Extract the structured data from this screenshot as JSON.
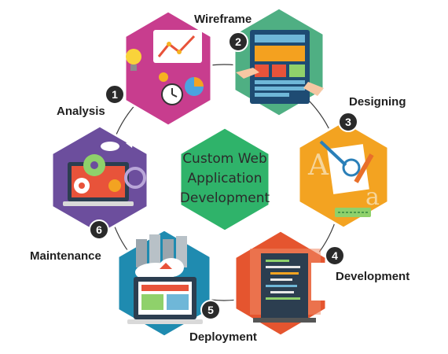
{
  "center": {
    "lines": [
      "Custom Web",
      "Application",
      "Development"
    ],
    "color": "#2fb36a"
  },
  "steps": [
    {
      "number": "1",
      "label": "Analysis",
      "color": "#c83d8e"
    },
    {
      "number": "2",
      "label": "Wireframe",
      "color": "#4faf83"
    },
    {
      "number": "3",
      "label": "Designing",
      "color": "#f3a321"
    },
    {
      "number": "4",
      "label": "Development",
      "color": "#e5552f"
    },
    {
      "number": "5",
      "label": "Deployment",
      "color": "#1f8bb0"
    },
    {
      "number": "6",
      "label": "Maintenance",
      "color": "#6c4e9d"
    }
  ],
  "icons": {
    "analysis": "analytics-board-icon",
    "wireframe": "wireframe-screen-icon",
    "designing": "design-tools-icon",
    "development": "code-laptop-icon",
    "deployment": "server-cloud-laptop-icon",
    "maintenance": "gears-laptop-icon"
  },
  "badge_color": "#2a2a2a"
}
